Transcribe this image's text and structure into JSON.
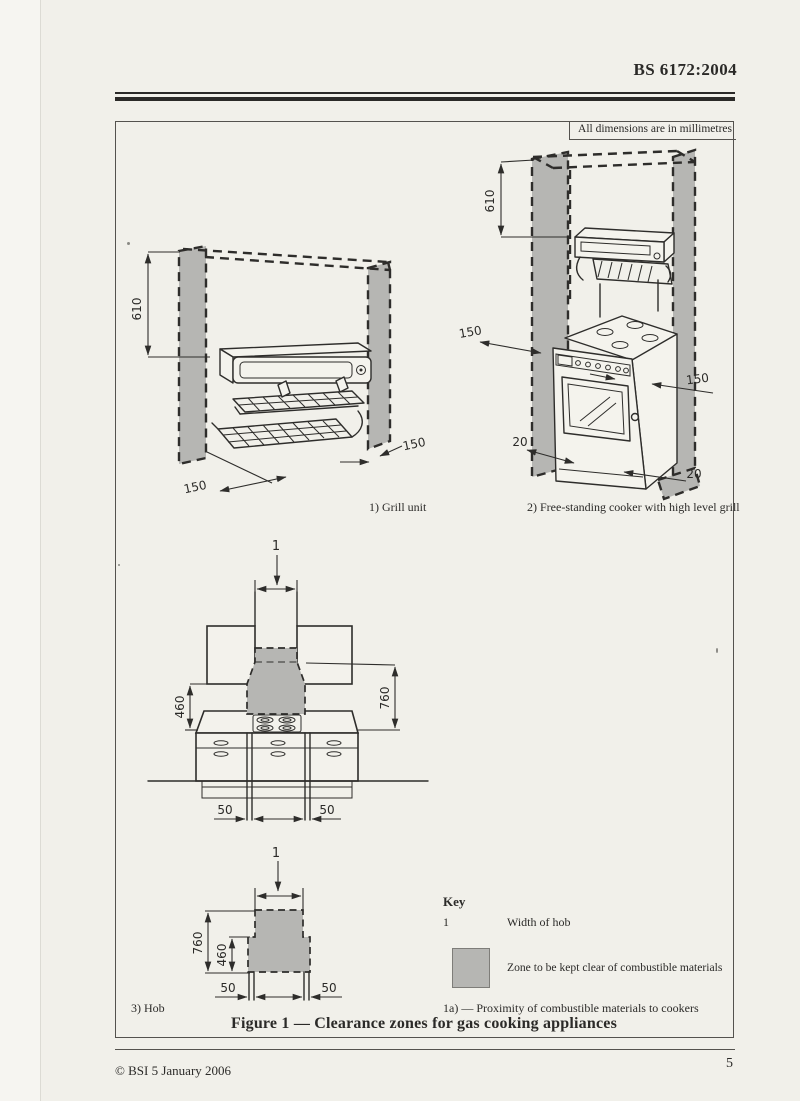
{
  "header": {
    "standard": "BS 6172:2004"
  },
  "figure": {
    "note": "All dimensions are in millimetres",
    "caption": "Figure 1 — Clearance zones for gas cooking appliances",
    "subcaption": "1a) — Proximity of combustible materials to cookers",
    "key": {
      "title": "Key",
      "item1_symbol": "1",
      "item1_label": "Width of hob",
      "item2_label": "Zone to be kept clear of combustible materials"
    },
    "diagrams": [
      {
        "label": "1) Grill unit",
        "dims": {
          "height": "610",
          "depth_left": "150",
          "depth_right": "150"
        }
      },
      {
        "label": "2) Free-standing cooker with high level grill",
        "dims": {
          "height": "610",
          "side_left": "150",
          "side_right": "150",
          "base_left": "20",
          "base_right": "20"
        }
      },
      {
        "label": "",
        "dims": {
          "hob_width_ref": "1",
          "clearance_low": "460",
          "clearance_high": "760",
          "side_left": "50",
          "side_right": "50"
        }
      },
      {
        "label": "3) Hob",
        "dims": {
          "hob_width_ref": "1",
          "clearance_high": "760",
          "clearance_low": "460",
          "side_left": "50",
          "side_right": "50"
        }
      }
    ]
  },
  "footer": {
    "copyright": "© BSI 5 January 2006",
    "page_number": "5"
  },
  "colors": {
    "zone_gray": "#b6b6b3",
    "line": "#2e2d2b",
    "page_bg": "#f1f0ea"
  }
}
